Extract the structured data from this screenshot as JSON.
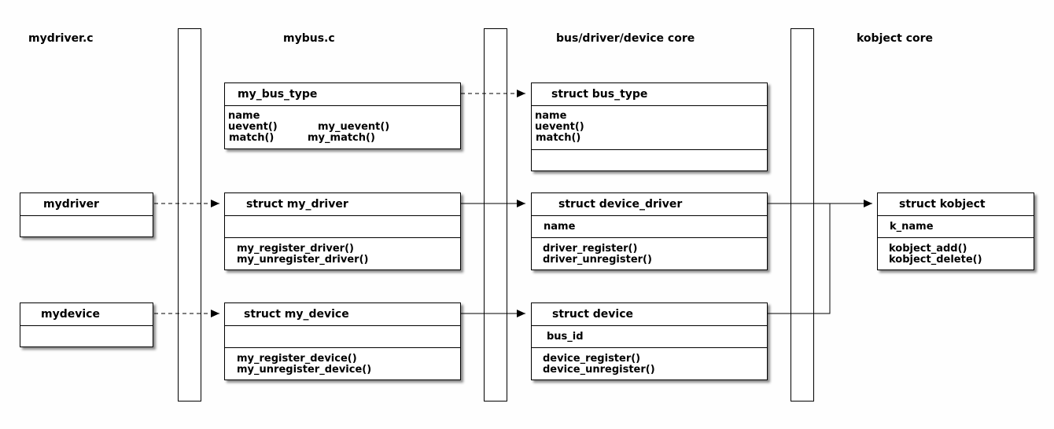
{
  "columns": {
    "mydriver_c": "mydriver.c",
    "mybus_c": "mybus.c",
    "core": "bus/driver/device core",
    "kobject_core": "kobject core"
  },
  "boxes": {
    "my_bus_type": {
      "title": "my_bus_type",
      "fields": [
        "name",
        "uevent()",
        "match()"
      ],
      "values": [
        "my_uevent()",
        "my_match()"
      ]
    },
    "struct_bus_type": {
      "title": "struct bus_type",
      "fields": [
        "name",
        "uevent()",
        "match()"
      ]
    },
    "mydriver": {
      "title": "mydriver"
    },
    "struct_my_driver": {
      "title": "struct my_driver",
      "methods": [
        "my_register_driver()",
        "my_unregister_driver()"
      ]
    },
    "struct_device_driver": {
      "title": "struct device_driver",
      "fields": [
        "name"
      ],
      "methods": [
        "driver_register()",
        "driver_unregister()"
      ]
    },
    "struct_kobject": {
      "title": "struct kobject",
      "fields": [
        "k_name"
      ],
      "methods": [
        "kobject_add()",
        "kobject_delete()"
      ]
    },
    "mydevice": {
      "title": "mydevice"
    },
    "struct_my_device": {
      "title": "struct my_device",
      "methods": [
        "my_register_device()",
        "my_unregister_device()"
      ]
    },
    "struct_device": {
      "title": "struct device",
      "fields": [
        "bus_id"
      ],
      "methods": [
        "device_register()",
        "device_unregister()"
      ]
    }
  }
}
